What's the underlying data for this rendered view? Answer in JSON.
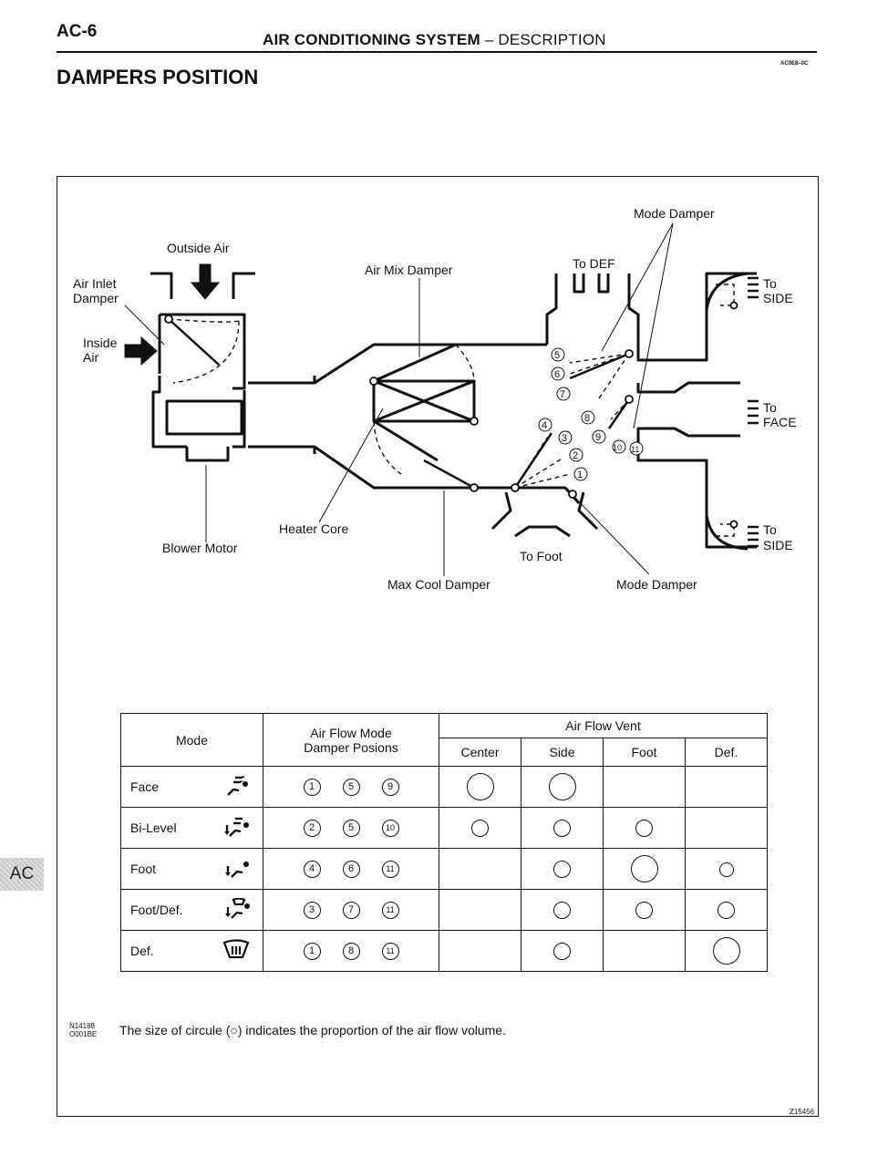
{
  "header": {
    "page_number": "AC-6",
    "system": "AIR CONDITIONING SYSTEM",
    "separator": "–",
    "section": "DESCRIPTION",
    "ref_code": "AC0E8–0C"
  },
  "title": "DAMPERS POSITION",
  "side_tab": "AC",
  "diagram": {
    "labels": {
      "outside_air": "Outside Air",
      "air_inlet_damper_1": "Air Inlet",
      "air_inlet_damper_2": "Damper",
      "inside_air_1": "Inside",
      "inside_air_2": "Air",
      "air_mix_damper": "Air Mix Damper",
      "mode_damper_top": "Mode Damper",
      "to_def": "To DEF",
      "to_side_top_1": "To",
      "to_side_top_2": "SIDE",
      "to_face_1": "To",
      "to_face_2": "FACE",
      "to_side_bottom_1": "To",
      "to_side_bottom_2": "SIDE",
      "heater_core": "Heater Core",
      "blower_motor": "Blower Motor",
      "to_foot": "To Foot",
      "max_cool_damper": "Max Cool Damper",
      "mode_damper_bottom": "Mode Damper"
    },
    "positions": [
      "1",
      "2",
      "3",
      "4",
      "5",
      "6",
      "7",
      "8",
      "9",
      "10",
      "11"
    ],
    "figure_code": "Z15456"
  },
  "table": {
    "headers": {
      "mode": "Mode",
      "damper_1": "Air Flow Mode",
      "damper_2": "Damper Posions",
      "vent": "Air Flow Vent",
      "center": "Center",
      "side": "Side",
      "foot": "Foot",
      "def": "Def."
    },
    "rows": [
      {
        "mode": "Face",
        "icon": "face-vent-icon",
        "dampers": [
          "1",
          "5",
          "9"
        ],
        "center": "large",
        "side": "large",
        "foot": "",
        "def": ""
      },
      {
        "mode": "Bi-Level",
        "icon": "bi-level-vent-icon",
        "dampers": [
          "2",
          "5",
          "10"
        ],
        "center": "small",
        "side": "small",
        "foot": "small",
        "def": ""
      },
      {
        "mode": "Foot",
        "icon": "foot-vent-icon",
        "dampers": [
          "4",
          "6",
          "11"
        ],
        "center": "",
        "side": "small",
        "foot": "large",
        "def": "tiny"
      },
      {
        "mode": "Foot/Def.",
        "icon": "foot-def-vent-icon",
        "dampers": [
          "3",
          "7",
          "11"
        ],
        "center": "",
        "side": "small",
        "foot": "small",
        "def": "small"
      },
      {
        "mode": "Def.",
        "icon": "defroster-icon",
        "dampers": [
          "1",
          "8",
          "11"
        ],
        "center": "",
        "side": "small",
        "foot": "",
        "def": "large"
      }
    ]
  },
  "footnote": {
    "code_1": "N14188",
    "code_2": "O001BE",
    "text": "The size of circule (○) indicates the proportion of the air flow volume."
  }
}
